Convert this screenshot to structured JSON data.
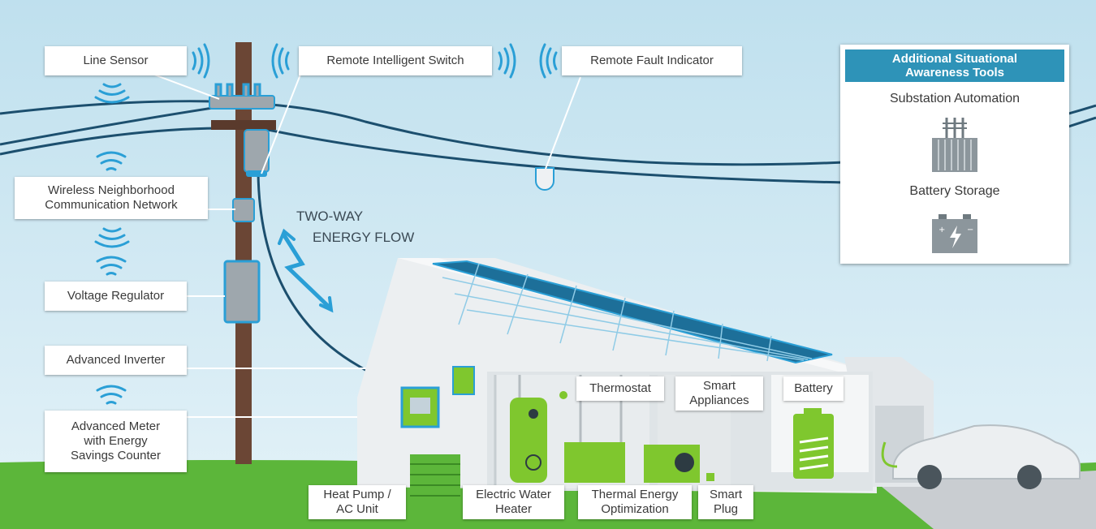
{
  "labels": {
    "line_sensor": "Line Sensor",
    "remote_switch": "Remote Intelligent Switch",
    "fault_indicator": "Remote Fault Indicator",
    "wireless_network": [
      "Wireless Neighborhood",
      "Communication Network"
    ],
    "voltage_regulator": "Voltage Regulator",
    "advanced_inverter": "Advanced Inverter",
    "advanced_meter": [
      "Advanced Meter",
      "with Energy",
      "Savings Counter"
    ],
    "heat_pump": [
      "Heat Pump /",
      "AC Unit"
    ],
    "water_heater": [
      "Electric Water",
      "Heater"
    ],
    "thermal_energy": [
      "Thermal Energy",
      "Optimization"
    ],
    "smart_plug": [
      "Smart",
      "Plug"
    ],
    "thermostat": "Thermostat",
    "smart_appliances": [
      "Smart",
      "Appliances"
    ],
    "battery": "Battery"
  },
  "energy_flow": [
    "TWO-WAY",
    "ENERGY FLOW"
  ],
  "tools_panel": {
    "title": [
      "Additional Situational",
      "Awareness Tools"
    ],
    "items": [
      "Substation Automation",
      "Battery Storage"
    ]
  },
  "colors": {
    "sky": "#c9e6f1",
    "grass": "#5cb63a",
    "accent_blue": "#2a9fd6",
    "green_device": "#7fc72e",
    "panel_header": "#2e93b8",
    "pole": "#6b4635",
    "wire": "#1c4f6e"
  },
  "icons": [
    "wifi-icon",
    "transformer-icon",
    "battery-icon",
    "solar-panel-icon",
    "car-icon"
  ]
}
